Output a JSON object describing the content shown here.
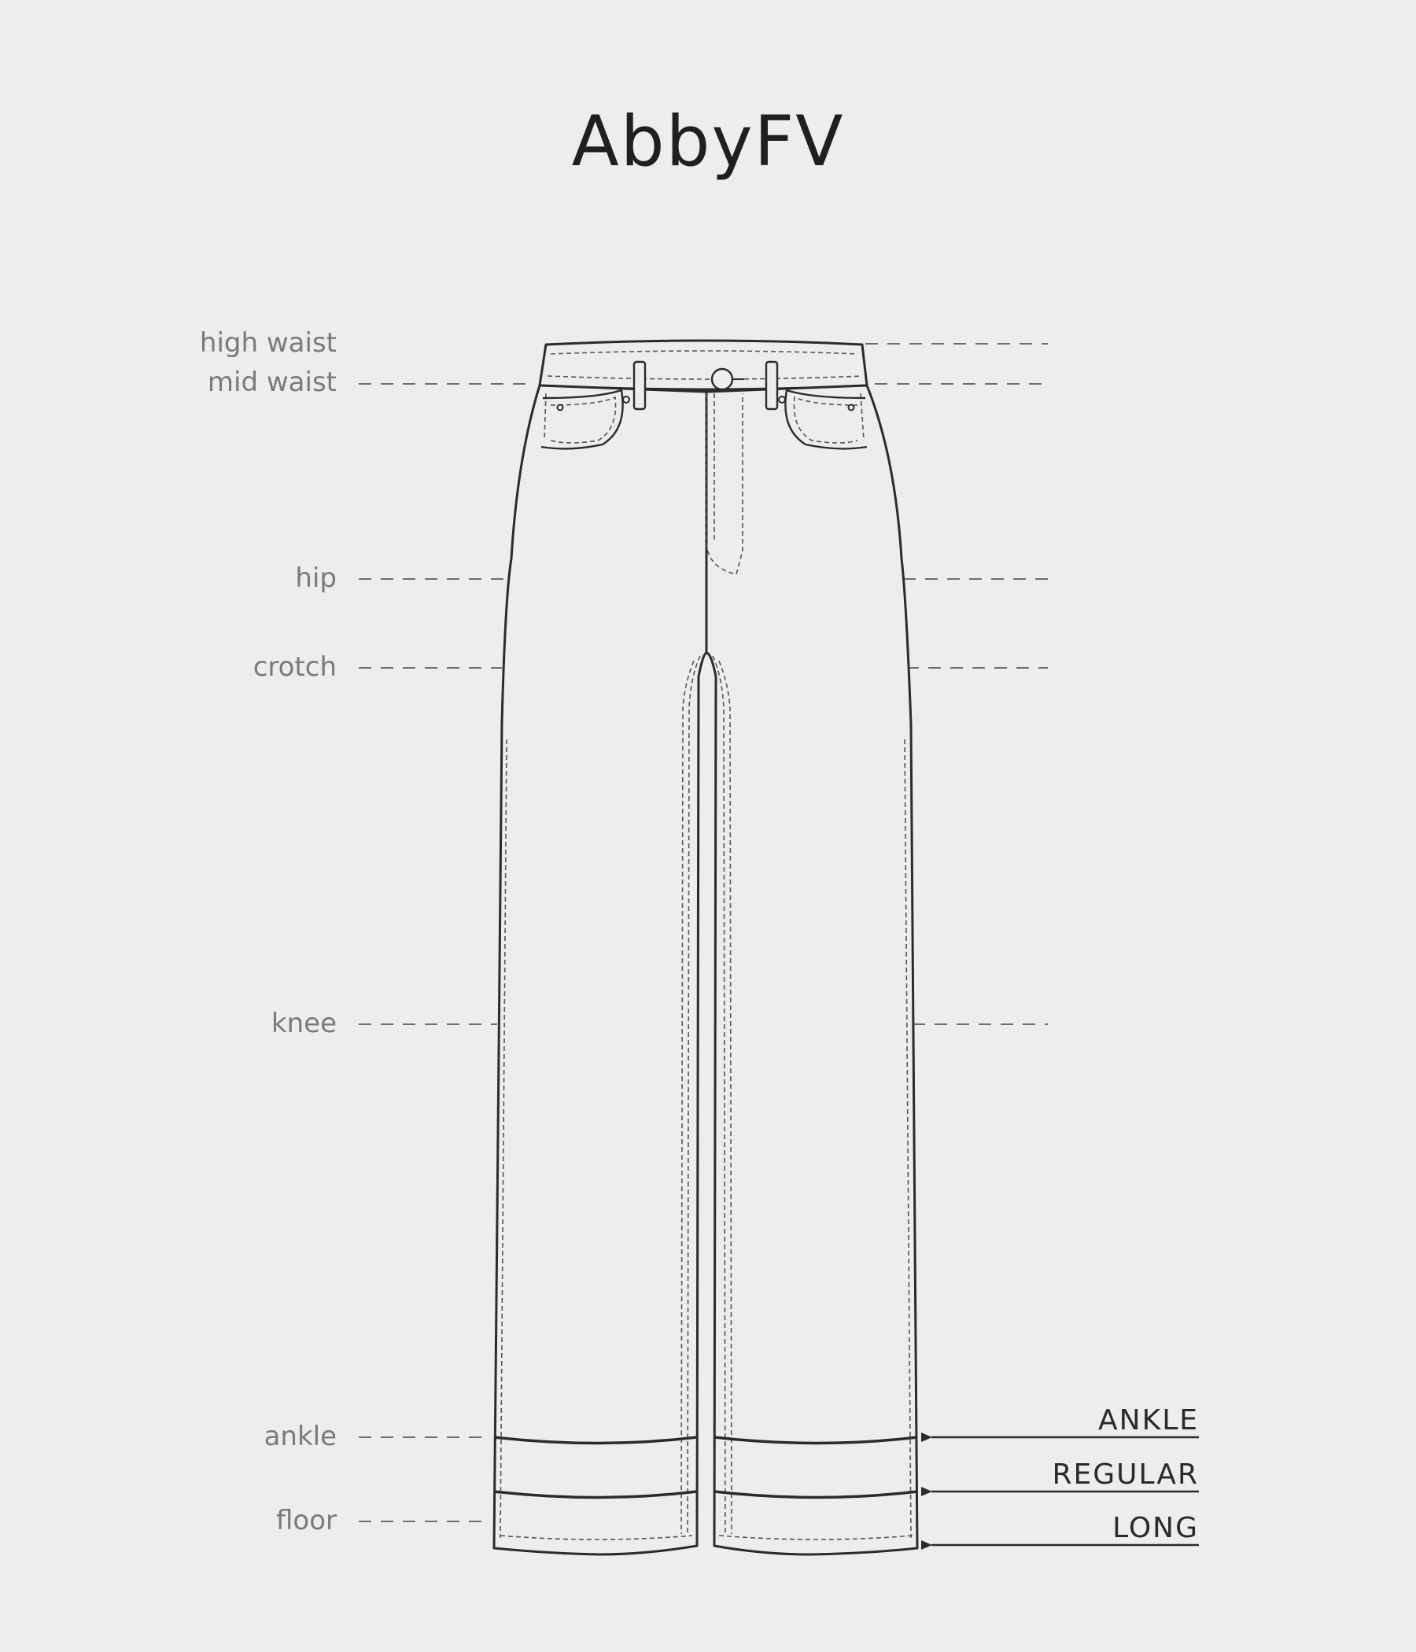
{
  "title": "AbbyFV",
  "measure_points": [
    {
      "id": "high-waist",
      "label": "high waist"
    },
    {
      "id": "mid-waist",
      "label": "mid waist"
    },
    {
      "id": "hip",
      "label": "hip"
    },
    {
      "id": "crotch",
      "label": "crotch"
    },
    {
      "id": "knee",
      "label": "knee"
    },
    {
      "id": "ankle",
      "label": "ankle"
    },
    {
      "id": "floor",
      "label": "floor"
    }
  ],
  "lengths": [
    {
      "id": "ankle",
      "label": "ANKLE"
    },
    {
      "id": "regular",
      "label": "REGULAR"
    },
    {
      "id": "long",
      "label": "LONG"
    }
  ],
  "colors": {
    "background": "#ededed",
    "outline": "#2b2b2b",
    "guide": "#6e6e6e",
    "label": "#7a7a7a"
  }
}
